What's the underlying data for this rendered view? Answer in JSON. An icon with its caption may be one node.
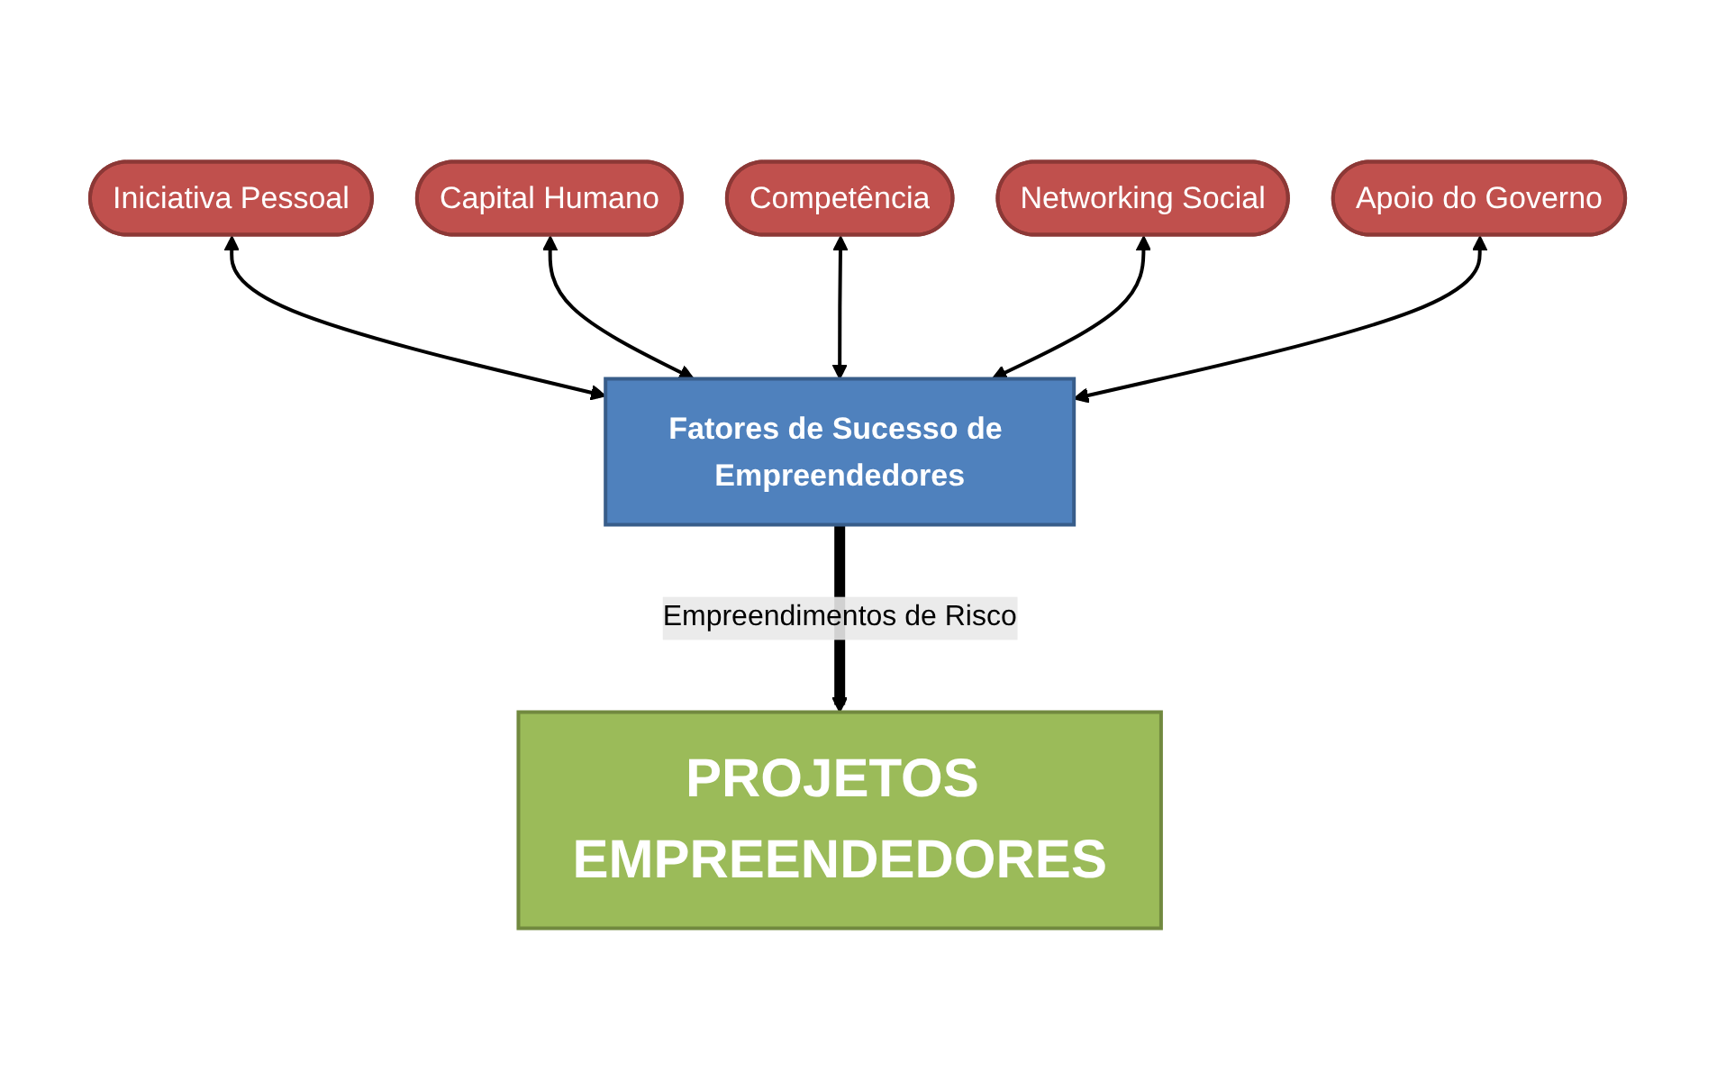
{
  "diagram": {
    "nodes": [
      {
        "text": [
          "Iniciativa Pessoal"
        ]
      },
      {
        "text": [
          "Capital Humano"
        ]
      },
      {
        "text": [
          "Competência"
        ]
      },
      {
        "text": [
          "Networking Social"
        ]
      },
      {
        "text": [
          "Apoio do Governo"
        ]
      },
      {
        "text": [
          "Fatores de Sucesso de Empreendedores"
        ]
      },
      {
        "text": [
          "PROJETOS EMPREENDEDORES"
        ]
      }
    ],
    "edges": [
      {
        "from": 0,
        "to": 5,
        "arrow": "both"
      },
      {
        "from": 1,
        "to": 5,
        "arrow": "both"
      },
      {
        "from": 2,
        "to": 5,
        "arrow": "both"
      },
      {
        "from": 3,
        "to": 5,
        "arrow": "both"
      },
      {
        "from": 4,
        "to": 5,
        "arrow": "both"
      },
      {
        "from": 5,
        "to": 6,
        "arrow": "to",
        "label": "Empreendimentos de Risco",
        "style": "thick"
      }
    ]
  }
}
